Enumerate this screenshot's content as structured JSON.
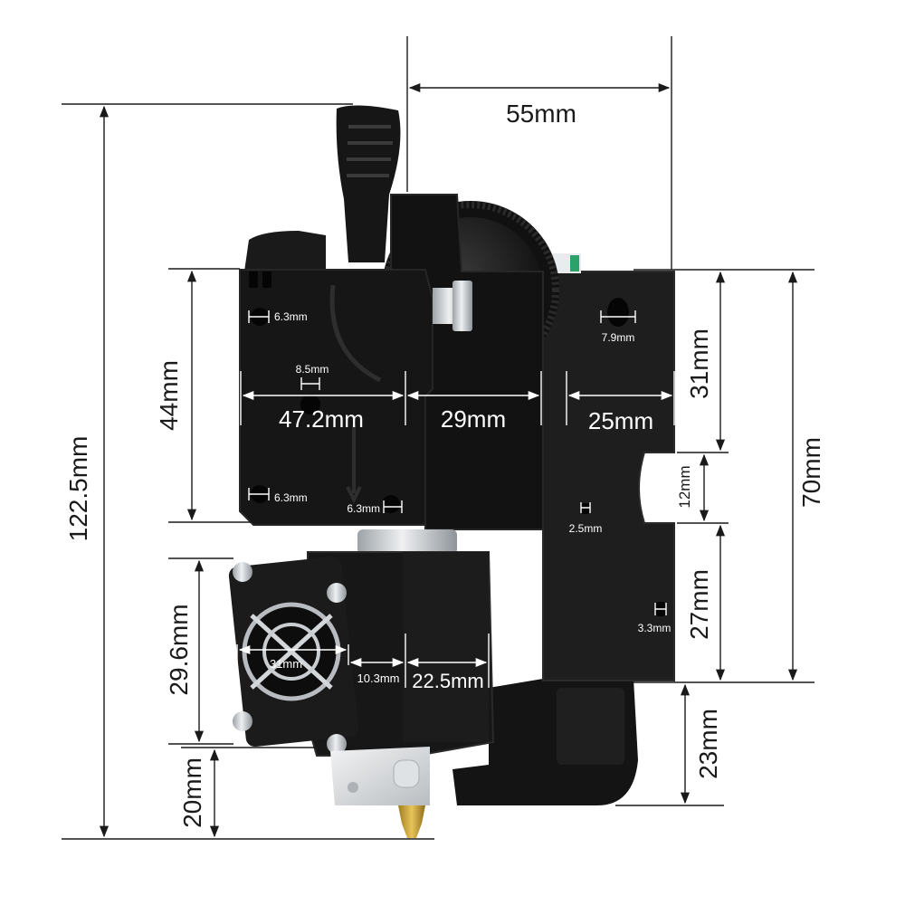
{
  "dimensions": {
    "overall_height": "122.5mm",
    "top_width": "55mm",
    "extruder_height": "44mm",
    "extruder_width": "47.2mm",
    "gear_width": "29mm",
    "plate_width": "25mm",
    "upper_slot_height": "31mm",
    "plate_height": "70mm",
    "notch_height": "12mm",
    "lower_slot_height": "27mm",
    "bottom_height": "23mm",
    "fan_height": "29.6mm",
    "nozzle_height": "20mm",
    "fan_width": "31mm",
    "fan_depth": "10.3mm",
    "hotend_width": "22.5mm",
    "hole_top_left": "6.3mm",
    "hole_center": "8.5mm",
    "hole_bottom_left": "6.3mm",
    "hole_bottom_right": "6.3mm",
    "hole_plate_top": "7.9mm",
    "hole_plate_mid": "2.5mm",
    "hole_plate_low": "3.3mm"
  },
  "colors": {
    "body": "#151515",
    "plate": "#1e1e1e",
    "metal": "#c8ccd0",
    "brass": "#c9a23a",
    "dimension_line": "#1a1a1a",
    "on_body_text": "#ffffff"
  }
}
